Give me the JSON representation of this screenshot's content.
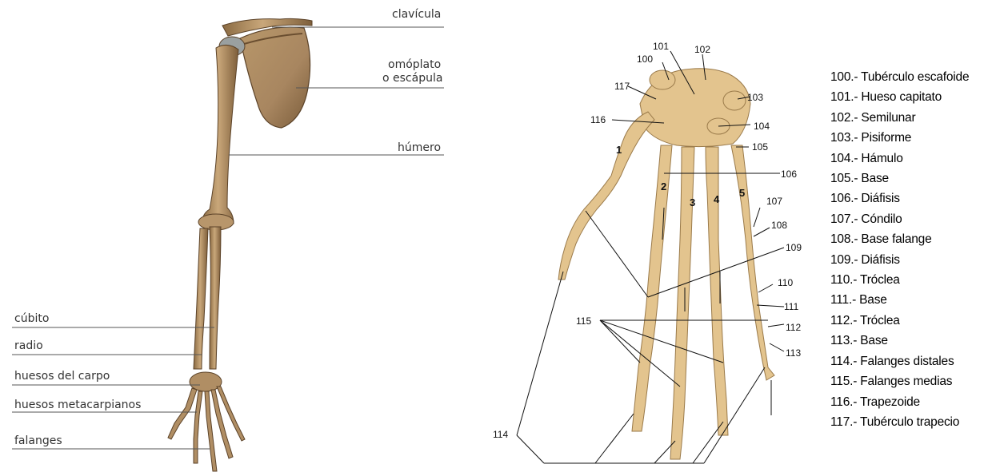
{
  "arm": {
    "labels": [
      {
        "text": "clavícula"
      },
      {
        "text": "omóplato"
      },
      {
        "text": "o escápula"
      },
      {
        "text": "húmero"
      },
      {
        "text": "cúbito"
      },
      {
        "text": "radio"
      },
      {
        "text": "huesos del carpo"
      },
      {
        "text": "huesos metacarpianos"
      },
      {
        "text": "falanges"
      }
    ]
  },
  "hand": {
    "numbers": [
      "100",
      "101",
      "102",
      "103",
      "104",
      "105",
      "106",
      "107",
      "108",
      "109",
      "110",
      "111",
      "112",
      "113",
      "114",
      "115",
      "116",
      "117"
    ],
    "fingers": [
      "1",
      "2",
      "3",
      "4",
      "5"
    ]
  },
  "legend": [
    "100.- Tubérculo escafoide",
    "101.- Hueso capitato",
    "102.- Semilunar",
    "103.- Pisiforme",
    "104.- Hámulo",
    "105.- Base",
    "106.- Diáfisis",
    "107.- Cóndilo",
    "108.- Base falange",
    "109.- Diáfisis",
    "110.- Tróclea",
    "111.- Base",
    "112.- Tróclea",
    "113.- Base",
    "114.- Falanges distales",
    "115.- Falanges medias",
    "116.- Trapezoide",
    "117.- Tubérculo trapecio"
  ]
}
